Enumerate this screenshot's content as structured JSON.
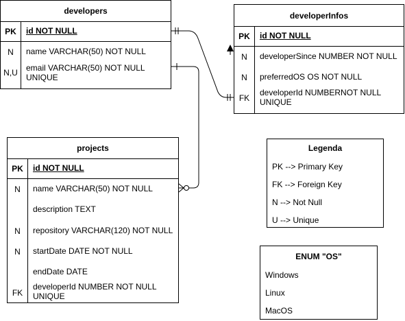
{
  "developers": {
    "title": "developers",
    "pk_label": "PK",
    "pk_field": "id NOT NULL",
    "rows": [
      {
        "key": "N",
        "field": "name VARCHAR(50) NOT NULL"
      },
      {
        "key": "N,U",
        "field_line1": "email VARCHAR(50) NOT NULL",
        "field_line2": "UNIQUE"
      }
    ]
  },
  "developerinfos": {
    "title": "developerInfos",
    "pk_label": "PK",
    "pk_field": "id NOT NULL",
    "rows": [
      {
        "key": "N",
        "field": "developerSince NUMBER NOT NULL"
      },
      {
        "key": "N",
        "field": "preferredOS OS NOT NULL"
      },
      {
        "key": "FK",
        "field_line1": "developerId NUMBERNOT NULL",
        "field_line2": "UNIQUE"
      }
    ]
  },
  "projects": {
    "title": "projects",
    "pk_label": "PK",
    "pk_field": "id NOT NULL",
    "rows": [
      {
        "key": "N",
        "field": "name VARCHAR(50) NOT NULL"
      },
      {
        "key": "",
        "field": "description TEXT"
      },
      {
        "key": "N",
        "field": "repository VARCHAR(120) NOT NULL"
      },
      {
        "key": "N",
        "field": "startDate DATE NOT NULL"
      },
      {
        "key": "",
        "field": "endDate DATE"
      },
      {
        "key": "FK",
        "field_line1": "developerId NUMBER NOT NULL",
        "field_line2": "UNIQUE"
      }
    ]
  },
  "legend": {
    "title": "Legenda",
    "items": [
      "PK --> Primary Key",
      "FK --> Foreign Key",
      "N --> Not Null",
      "U --> Unique"
    ]
  },
  "enum_os": {
    "title": "ENUM \"OS\"",
    "items": [
      "Windows",
      "Linux",
      "MacOS"
    ]
  },
  "colors": {
    "line": "#000000",
    "background": "#ffffff"
  }
}
